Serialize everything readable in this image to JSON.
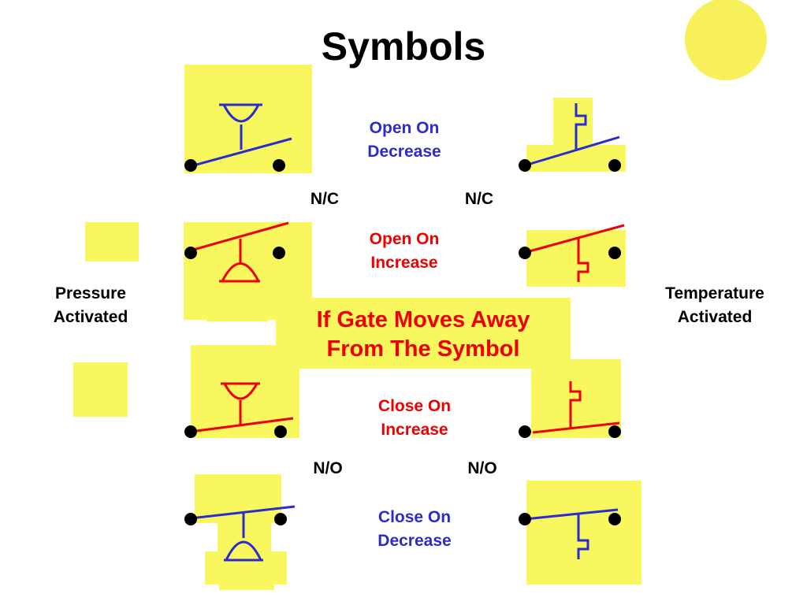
{
  "title": "Symbols",
  "labels": {
    "open_on_decrease": [
      "Open On",
      "Decrease"
    ],
    "open_on_increase": [
      "Open On",
      "Increase"
    ],
    "close_on_increase": [
      "Close On",
      "Increase"
    ],
    "close_on_decrease": [
      "Close On",
      "Decrease"
    ],
    "nc_left": "N/C",
    "nc_right": "N/C",
    "no_left": "N/O",
    "no_right": "N/O",
    "pressure": [
      "Pressure",
      "Activated"
    ],
    "temperature": [
      "Temperature",
      "Activated"
    ],
    "gate_note": [
      "If Gate Moves Away",
      "From The Symbol"
    ]
  },
  "colors": {
    "background": "#ffffff",
    "highlight": "#f9f75e",
    "decorative_circle": "#f7f05a",
    "blue": "#2b2bd0",
    "red": "#ee0000",
    "black": "#000000"
  }
}
